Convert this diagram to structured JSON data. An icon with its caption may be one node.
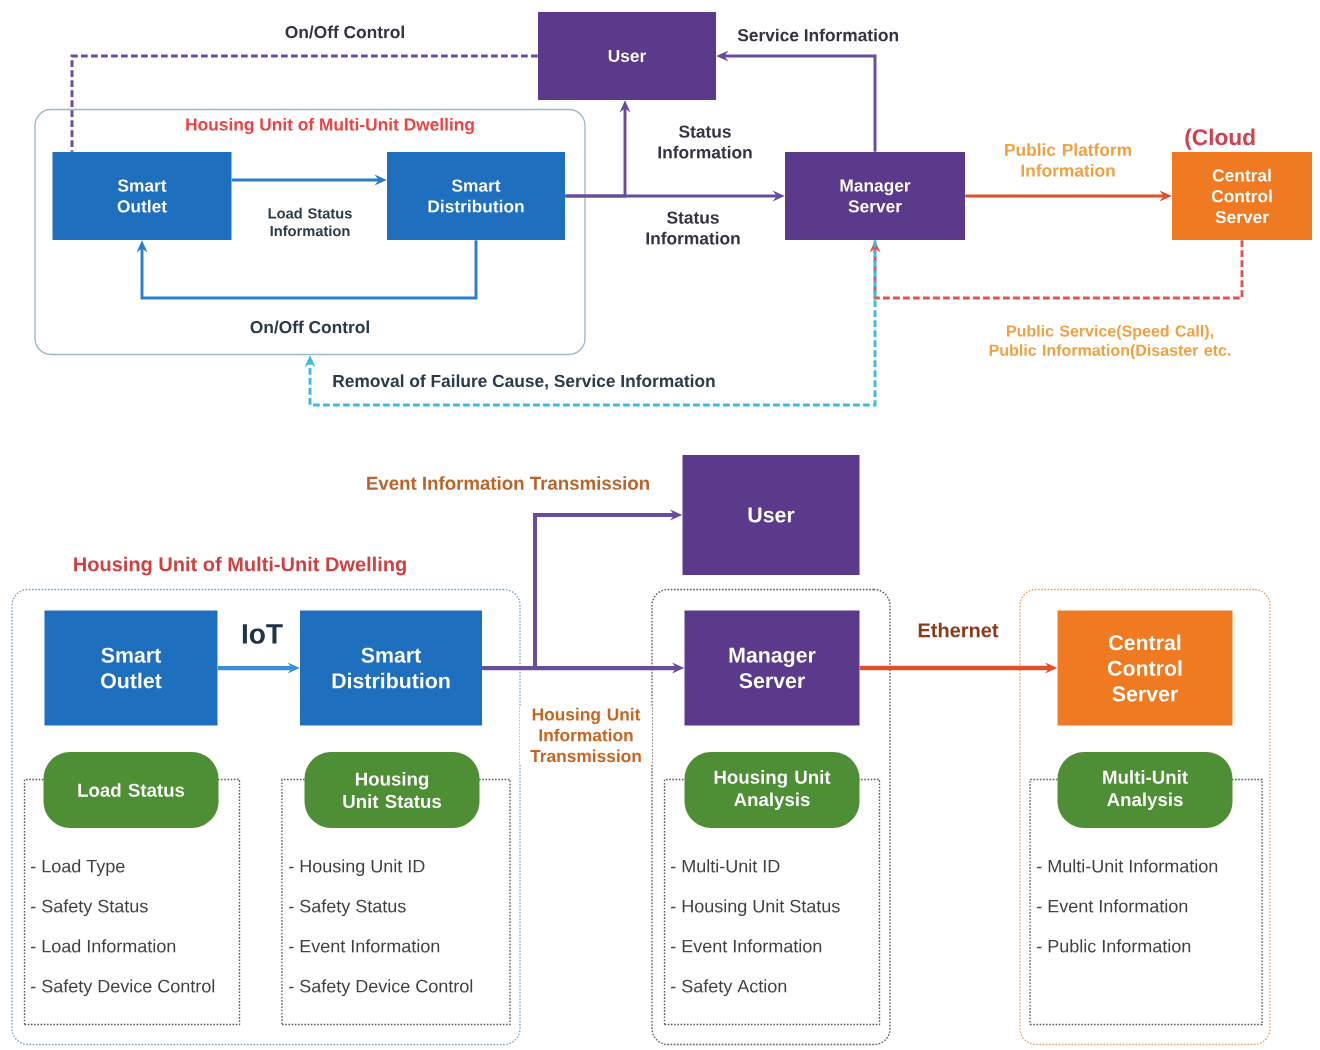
{
  "diagram": {
    "nodes": [
      {
        "text": [
          "Housing Unit of Multi-Unit Dwelling"
        ]
      },
      {
        "text": [
          "Smart Outlet"
        ],
        "in": 0
      },
      {
        "text": [
          "Smart Distribution"
        ],
        "in": 0
      },
      {
        "text": [
          "User"
        ]
      },
      {
        "text": [
          "Manager Server"
        ]
      },
      {
        "text": [
          "Central Control Server"
        ],
        "beside": [
          "(Cloud"
        ]
      },
      {
        "text": [
          "Housing Unit of Multi-Unit Dwelling"
        ]
      },
      {
        "text": [
          "Smart Outlet"
        ],
        "in": 6
      },
      {
        "text": [
          "Smart Distribution"
        ],
        "in": 6
      },
      {
        "text": [
          "Load Status"
        ],
        "in": 6
      },
      {
        "text": [
          "- Load Type",
          "- Safety Status",
          "- Load Information",
          "- Safety Device Control"
        ],
        "in": 6
      },
      {
        "text": [
          "Housing Unit Status"
        ],
        "in": 6
      },
      {
        "text": [
          "- Housing Unit ID",
          "- Safety Status",
          "- Event Information",
          "- Safety Device Control"
        ],
        "in": 6
      },
      {
        "text": [
          "User"
        ]
      },
      {
        "text": [],
        "shape": "box"
      },
      {
        "text": [
          "Manager Server"
        ],
        "in": 14
      },
      {
        "text": [
          "Housing Unit Analysis"
        ],
        "in": 14
      },
      {
        "text": [
          "- Multi-Unit ID",
          "- Housing Unit Status",
          "- Event Information",
          "- Safety Action"
        ],
        "in": 14
      },
      {
        "text": [],
        "shape": "box"
      },
      {
        "text": [
          "Central Control Server"
        ],
        "in": 18
      },
      {
        "text": [
          "Multi-Unit Analysis"
        ],
        "in": 18
      },
      {
        "text": [
          "- Multi-Unit Information",
          "- Event Information",
          "- Public Information"
        ],
        "in": 18
      }
    ],
    "edges": [
      {
        "from": 1,
        "to": 2,
        "arrow": "to",
        "label": "Load Status Information",
        "color": "#2a7fc8"
      },
      {
        "from": 2,
        "to": 1,
        "arrow": "to",
        "label": "On/Off Control",
        "color": "#2a7fc8"
      },
      {
        "from": 3,
        "to": 1,
        "arrow": "none",
        "label": "On/Off Control",
        "style": "dashed"
      },
      {
        "from": 2,
        "to": 4,
        "arrow": "to",
        "label": "Status Information"
      },
      {
        "from": 2,
        "to": 3,
        "arrow": "to",
        "label": "Status Information"
      },
      {
        "from": 4,
        "to": 3,
        "arrow": "to",
        "label": "Service Information"
      },
      {
        "from": 4,
        "to": 5,
        "arrow": "to",
        "label": "Public Platform Information",
        "color": "#e0502a"
      },
      {
        "from": 5,
        "to": 4,
        "arrow": "to",
        "label": "Public Service(Speed Call), Public Information(Disaster etc.",
        "style": "dashed",
        "color": "#e85050"
      },
      {
        "from": 4,
        "to": 0,
        "arrow": "to",
        "label": "Removal of Failure Cause, Service Information",
        "style": "dashed",
        "color": "#3cbce0"
      },
      {
        "from": 7,
        "to": 8,
        "arrow": "to",
        "label": "IoT",
        "color": "#3a90d8"
      },
      {
        "from": 8,
        "to": 15,
        "arrow": "to",
        "label": "Housing Unit Information Transmission"
      },
      {
        "from": 8,
        "to": 13,
        "arrow": "to",
        "label": "Event Information Transmission"
      },
      {
        "from": 15,
        "to": 19,
        "arrow": "to",
        "label": "Ethernet",
        "color": "#e0502a"
      }
    ]
  }
}
